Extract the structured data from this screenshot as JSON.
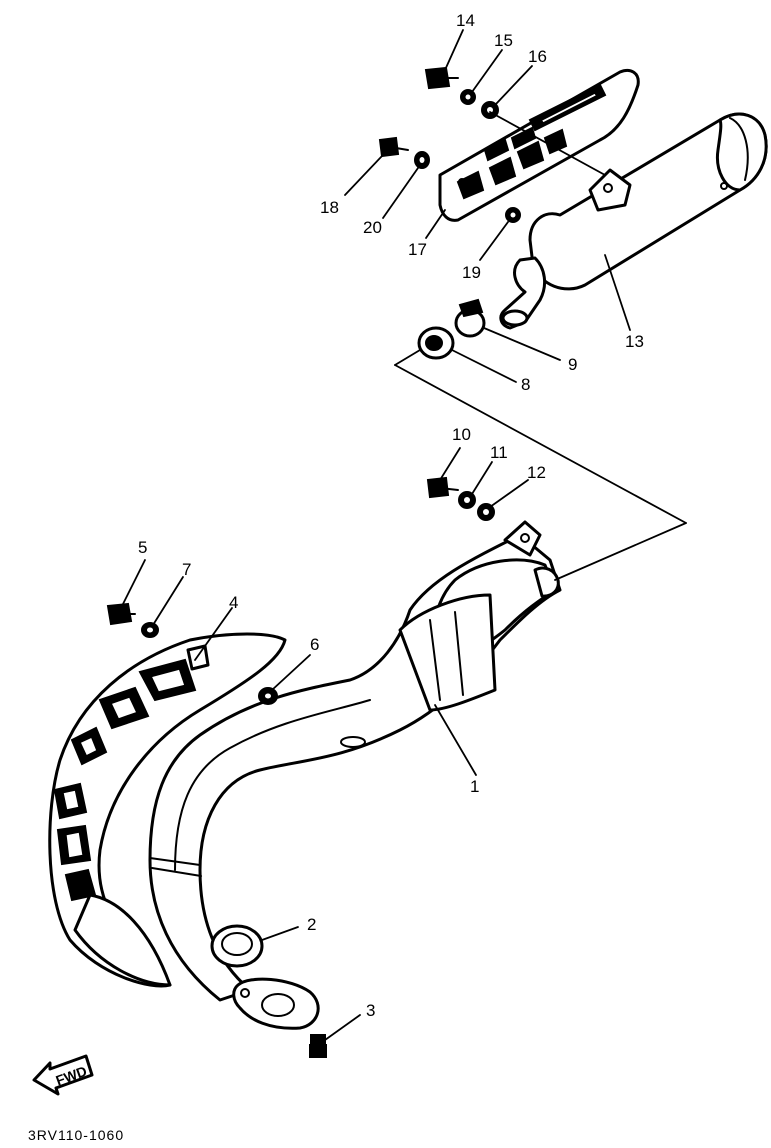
{
  "diagram_code": "3RV110-1060",
  "fwd_label": "FWD",
  "callouts": {
    "c1": "1",
    "c2": "2",
    "c3": "3",
    "c4": "4",
    "c5": "5",
    "c6": "6",
    "c7": "7",
    "c8": "8",
    "c9": "9",
    "c10": "10",
    "c11": "11",
    "c12": "12",
    "c13": "13",
    "c14": "14",
    "c15": "15",
    "c16": "16",
    "c17": "17",
    "c18": "18",
    "c19": "19",
    "c20": "20"
  }
}
